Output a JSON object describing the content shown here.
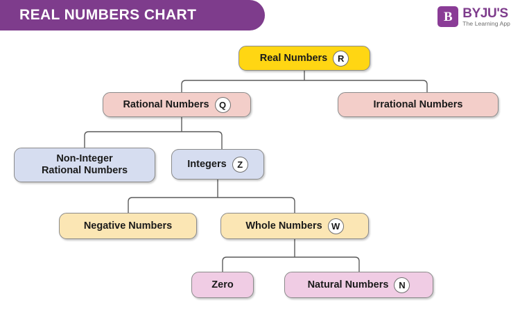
{
  "header": {
    "title": "REAL NUMBERS CHART",
    "background_color": "#7E3C8C",
    "text_color": "#FFFFFF"
  },
  "logo": {
    "mark_glyph": "B",
    "wordmark": "BYJU'S",
    "tagline": "The Learning App",
    "brand_color": "#7E3C8C"
  },
  "chart_data": {
    "type": "diagram",
    "title": "REAL NUMBERS CHART",
    "layout": "top-down hierarchy tree with elbow connectors",
    "levels": 5,
    "nodes": [
      {
        "id": "real-numbers",
        "label": "Real Numbers",
        "badge": "R",
        "level": 0,
        "fill": "#FFD613",
        "parent": null
      },
      {
        "id": "rational-numbers",
        "label": "Rational Numbers",
        "badge": "Q",
        "level": 1,
        "fill": "#F3CEC9",
        "parent": "real-numbers"
      },
      {
        "id": "irrational-numbers",
        "label": "Irrational Numbers",
        "badge": "",
        "level": 1,
        "fill": "#F3CEC9",
        "parent": "real-numbers"
      },
      {
        "id": "non-integer-rational-numbers",
        "label": "Non-Integer\nRational Numbers",
        "badge": "",
        "level": 2,
        "fill": "#D6DDF0",
        "parent": "rational-numbers"
      },
      {
        "id": "integers",
        "label": "Integers",
        "badge": "Z",
        "level": 2,
        "fill": "#D6DDF0",
        "parent": "rational-numbers"
      },
      {
        "id": "negative-numbers",
        "label": "Negative Numbers",
        "badge": "",
        "level": 3,
        "fill": "#FBE6B4",
        "parent": "integers"
      },
      {
        "id": "whole-numbers",
        "label": "Whole Numbers",
        "badge": "W",
        "level": 3,
        "fill": "#FBE6B4",
        "parent": "integers"
      },
      {
        "id": "zero",
        "label": "Zero",
        "badge": "",
        "level": 4,
        "fill": "#F0CCE4",
        "parent": "whole-numbers"
      },
      {
        "id": "natural-numbers",
        "label": "Natural Numbers",
        "badge": "N",
        "level": 4,
        "fill": "#F0CCE4",
        "parent": "whole-numbers"
      }
    ],
    "edges": [
      {
        "from": "real-numbers",
        "to": "rational-numbers"
      },
      {
        "from": "real-numbers",
        "to": "irrational-numbers"
      },
      {
        "from": "rational-numbers",
        "to": "non-integer-rational-numbers"
      },
      {
        "from": "rational-numbers",
        "to": "integers"
      },
      {
        "from": "integers",
        "to": "negative-numbers"
      },
      {
        "from": "integers",
        "to": "whole-numbers"
      },
      {
        "from": "whole-numbers",
        "to": "zero"
      },
      {
        "from": "whole-numbers",
        "to": "natural-numbers"
      }
    ],
    "connector_color": "#5a5a5a"
  }
}
